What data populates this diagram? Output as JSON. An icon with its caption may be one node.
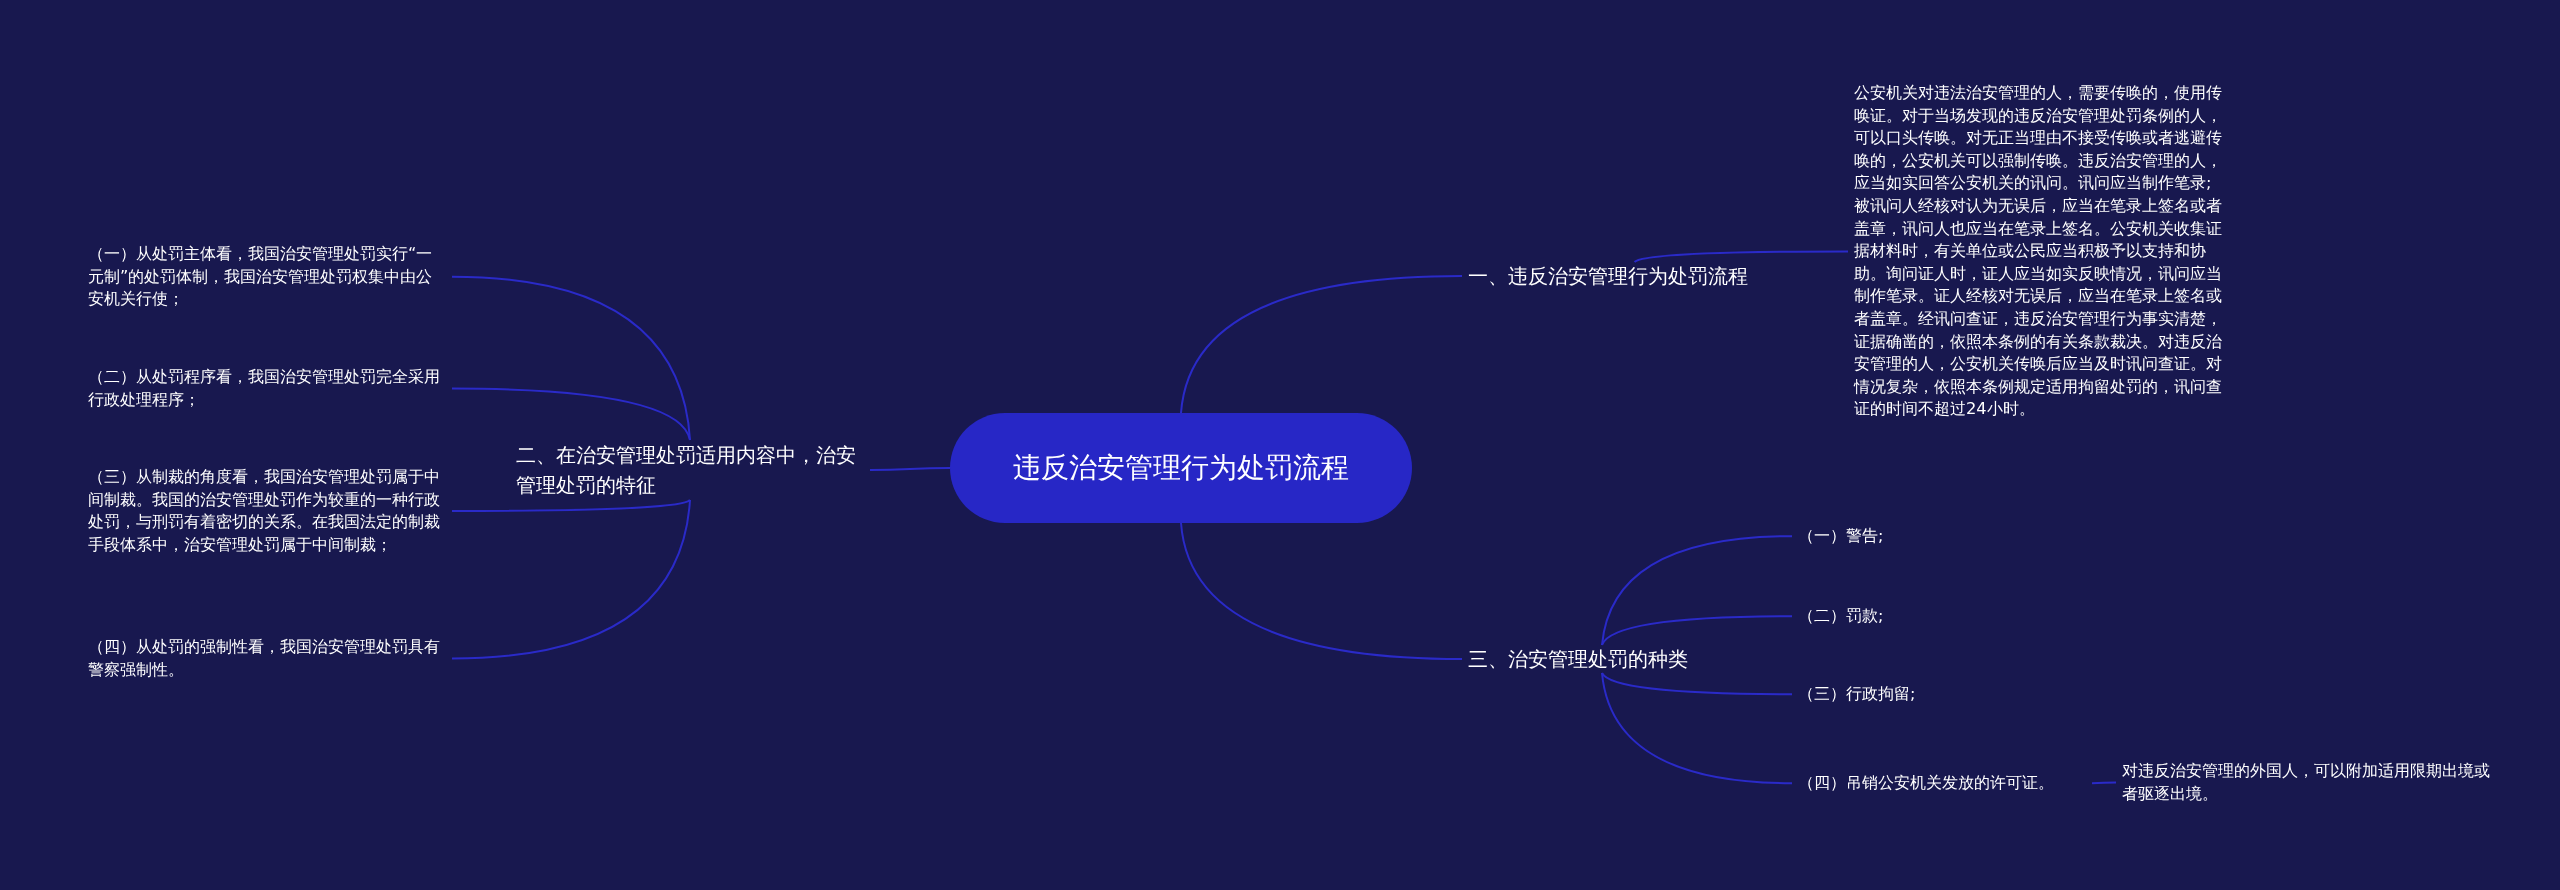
{
  "diagram": {
    "nodes": [
      {
        "text": [
          "违反治安管理行为处罚流程"
        ]
      },
      {
        "text": [
          "一、违反治安管理行为处罚流程"
        ]
      },
      {
        "text": [
          "公安机关对违法治安管理的人，需要传唤的，使用传唤证。对于当场发现的违反治安管理处罚条例的人，可以口头传唤。对无正当理由不接受传唤或者逃避传唤的，公安机关可以强制传唤。违反治安管理的人，应当如实回答公安机关的讯问。讯问应当制作笔录;被讯问人经核对认为无误后，应当在笔录上签名或者盖章，讯问人也应当在笔录上签名。公安机关收集证据材料时，有关单位或公民应当积极予以支持和协助。询问证人时，证人应当如实反映情况，讯问应当制作笔录。证人经核对无误后，应当在笔录上签名或者盖章。经讯问查证，违反治安管理行为事实清楚，证据确凿的，依照本条例的有关条款裁决。对违反治安管理的人，公安机关传唤后应当及时讯问查证。对情况复杂，依照本条例规定适用拘留处罚的，讯问查证的时间不超过24小时。"
        ]
      },
      {
        "text": [
          "二、在治安管理处罚适用内容中，治安管理处罚的特征"
        ]
      },
      {
        "text": [
          "（一）从处罚主体看，我国治安管理处罚实行“一元制”的处罚体制，我国治安管理处罚权集中由公安机关行使；"
        ]
      },
      {
        "text": [
          "（二）从处罚程序看，我国治安管理处罚完全采用行政处理程序；"
        ]
      },
      {
        "text": [
          "（三）从制裁的角度看，我国治安管理处罚属于中间制裁。我国的治安管理处罚作为较重的一种行政处罚，与刑罚有着密切的关系。在我国法定的制裁手段体系中，治安管理处罚属于中间制裁；"
        ]
      },
      {
        "text": [
          "（四）从处罚的强制性看，我国治安管理处罚具有警察强制性。"
        ]
      },
      {
        "text": [
          "三、治安管理处罚的种类"
        ]
      },
      {
        "text": [
          "（一）警告;"
        ]
      },
      {
        "text": [
          "（二）罚款;"
        ]
      },
      {
        "text": [
          "（三）行政拘留;"
        ]
      },
      {
        "text": [
          "（四）吊销公安机关发放的许可证。"
        ]
      },
      {
        "text": [
          "对违反治安管理的外国人，可以附加适用限期出境或者驱逐出境。"
        ]
      }
    ],
    "edges": [
      {
        "from": 0,
        "to": 1,
        "arrow": "none"
      },
      {
        "from": 1,
        "to": 2,
        "arrow": "none"
      },
      {
        "from": 0,
        "to": 3,
        "arrow": "none"
      },
      {
        "from": 3,
        "to": 4,
        "arrow": "none"
      },
      {
        "from": 3,
        "to": 5,
        "arrow": "none"
      },
      {
        "from": 3,
        "to": 6,
        "arrow": "none"
      },
      {
        "from": 3,
        "to": 7,
        "arrow": "none"
      },
      {
        "from": 0,
        "to": 8,
        "arrow": "none"
      },
      {
        "from": 8,
        "to": 9,
        "arrow": "none"
      },
      {
        "from": 8,
        "to": 10,
        "arrow": "none"
      },
      {
        "from": 8,
        "to": 11,
        "arrow": "none"
      },
      {
        "from": 8,
        "to": 12,
        "arrow": "none"
      },
      {
        "from": 12,
        "to": 13,
        "arrow": "none"
      }
    ]
  }
}
